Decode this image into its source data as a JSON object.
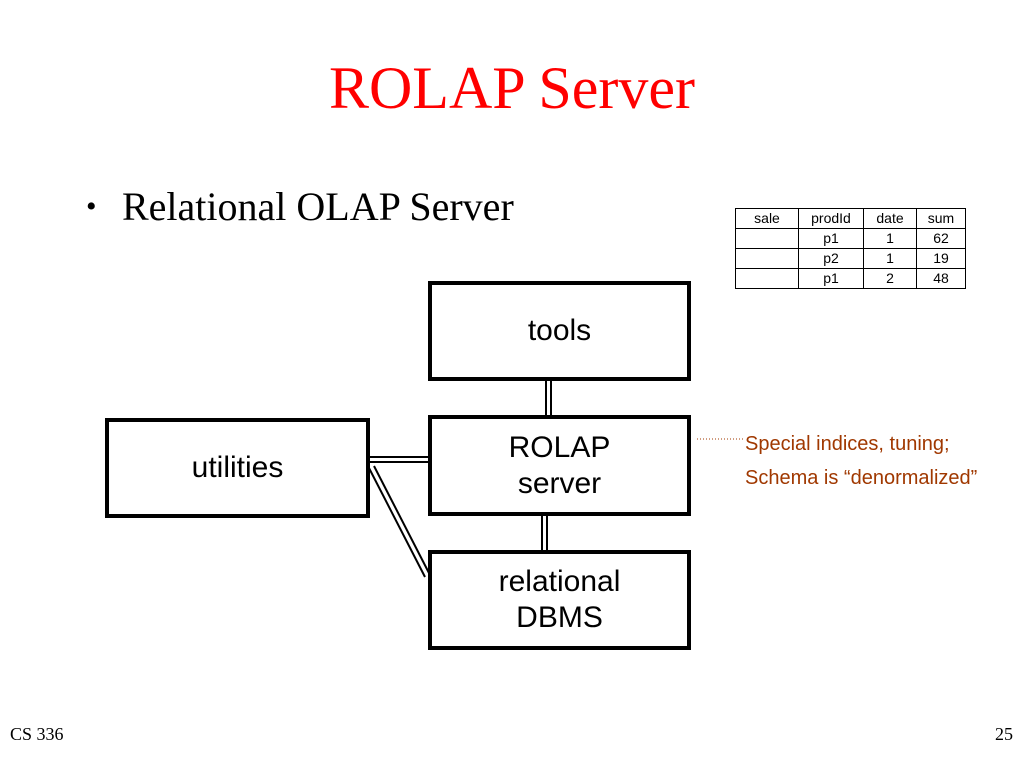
{
  "slide": {
    "title": "ROLAP Server",
    "bullet": "Relational OLAP Server",
    "bullet_marker": "•",
    "footer_left": "CS 336",
    "footer_right": "25"
  },
  "diagram": {
    "boxes": {
      "tools": "tools",
      "utilities": "utilities",
      "rolap_server": "ROLAP\nserver",
      "relational_dbms": "relational\nDBMS"
    },
    "note": {
      "line1": "Special indices, tuning;",
      "line2": "Schema is “denormalized”",
      "color": "#a03800"
    }
  },
  "table": {
    "headers": [
      "sale",
      "prodId",
      "date",
      "sum"
    ],
    "rows": [
      [
        "",
        "p1",
        "1",
        "62"
      ],
      [
        "",
        "p2",
        "1",
        "19"
      ],
      [
        "",
        "p1",
        "2",
        "48"
      ]
    ]
  }
}
